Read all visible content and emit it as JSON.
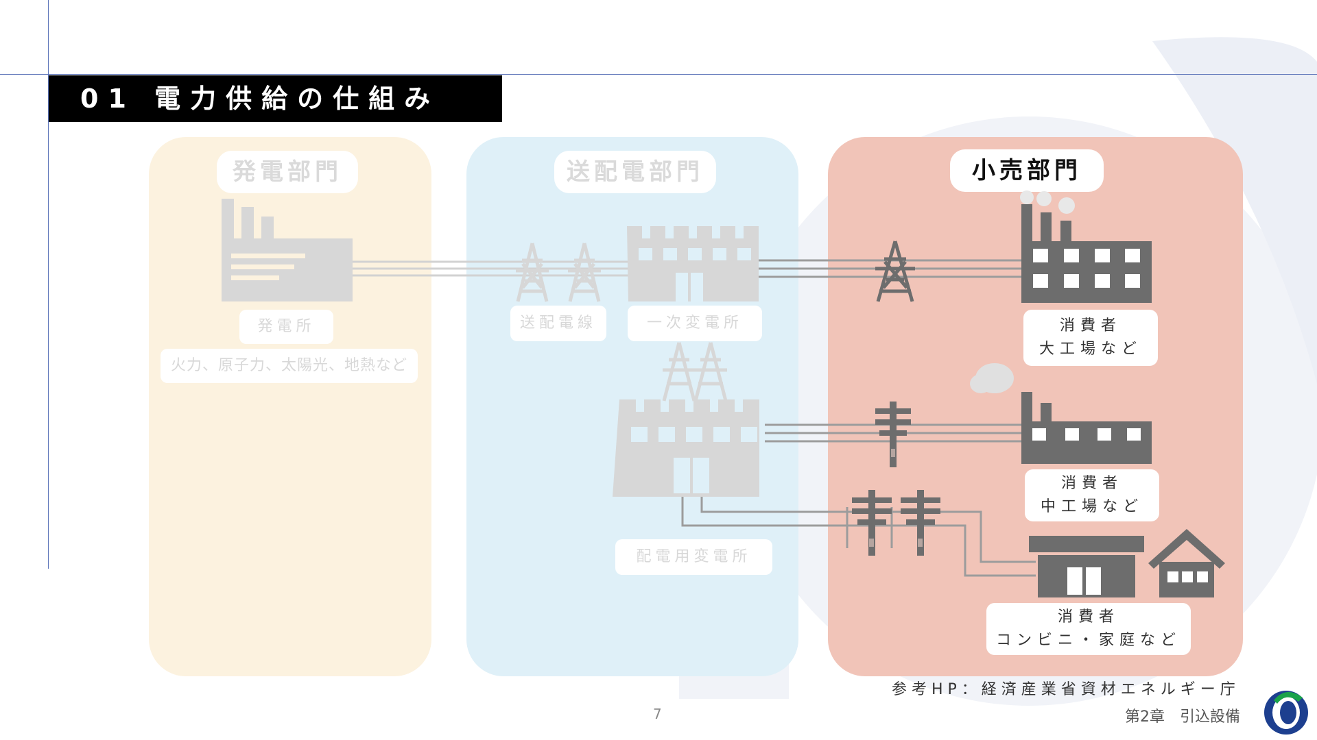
{
  "slide": {
    "title": "01 電力供給の仕組み",
    "page_number": "7",
    "reference": "参考HP：経済産業省資材エネルギー庁",
    "chapter": "第2章　引込設備"
  },
  "sections": {
    "generation": {
      "heading": "発電部門",
      "plant_label": "発電所",
      "plant_types": "火力、原子力、太陽光、地熱など"
    },
    "transmission": {
      "heading": "送配電部門",
      "line_label": "送配電線",
      "primary_substation_label": "一次変電所",
      "distribution_substation_label": "配電用変電所"
    },
    "retail": {
      "heading": "小売部門",
      "consumers": [
        {
          "line1": "消費者",
          "line2": "大工場など"
        },
        {
          "line1": "消費者",
          "line2": "中工場など"
        },
        {
          "line1": "消費者",
          "line2": "コンビニ・家庭など"
        }
      ]
    }
  },
  "colors": {
    "generation_panel": "#fcf2df",
    "transmission_panel": "#dff0f8",
    "retail_panel": "#f1c4b8",
    "dim_icon": "#d7d7d7",
    "active_icon": "#707070",
    "rule": "#5b73b8"
  }
}
